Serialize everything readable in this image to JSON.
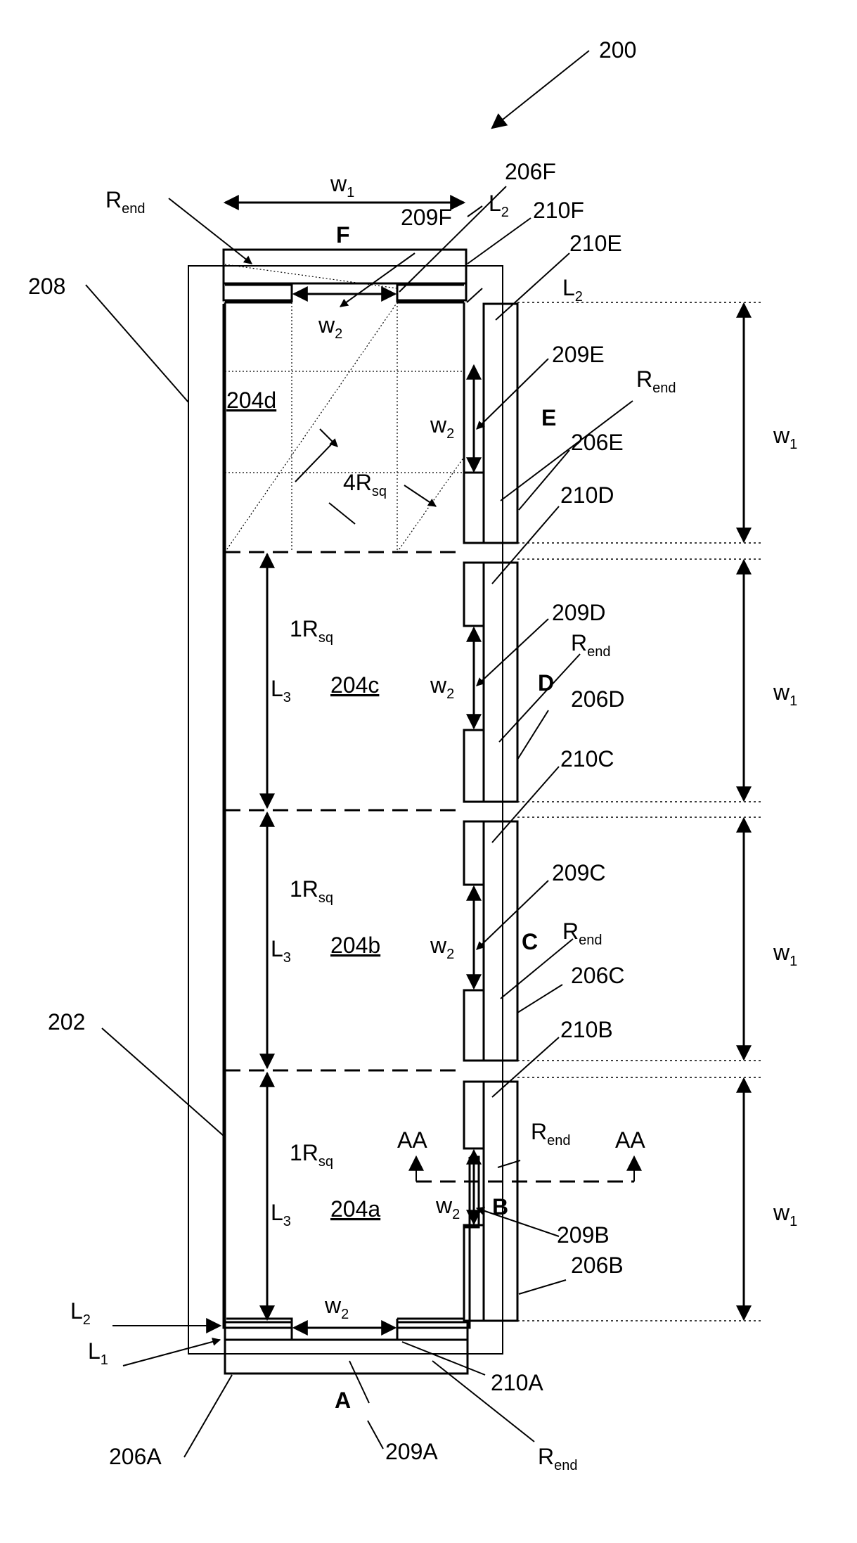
{
  "figure_ref": "200",
  "w_sym": "w",
  "l_sym": "L",
  "r_sym": "R",
  "sub_1": "1",
  "sub_2": "2",
  "sub_3": "3",
  "sub_end": "end",
  "sub_sq": "sq",
  "label_208": "208",
  "label_202": "202",
  "label_206A": "206A",
  "label_206B": "206B",
  "label_206C": "206C",
  "label_206D": "206D",
  "label_206E": "206E",
  "label_206F": "206F",
  "label_209A": "209A",
  "label_209B": "209B",
  "label_209C": "209C",
  "label_209D": "209D",
  "label_209E": "209E",
  "label_209F": "209F",
  "label_210A": "210A",
  "label_210B": "210B",
  "label_210C": "210C",
  "label_210D": "210D",
  "label_210E": "210E",
  "label_210F": "210F",
  "region_a": "204a",
  "region_b": "204b",
  "region_c": "204c",
  "region_d": "204d",
  "one_rsq_prefix": "1R",
  "four_rsq_prefix": "4R",
  "letter_A": "A",
  "letter_B": "B",
  "letter_C": "C",
  "letter_D": "D",
  "letter_E": "E",
  "letter_F": "F",
  "section_AA": "AA"
}
